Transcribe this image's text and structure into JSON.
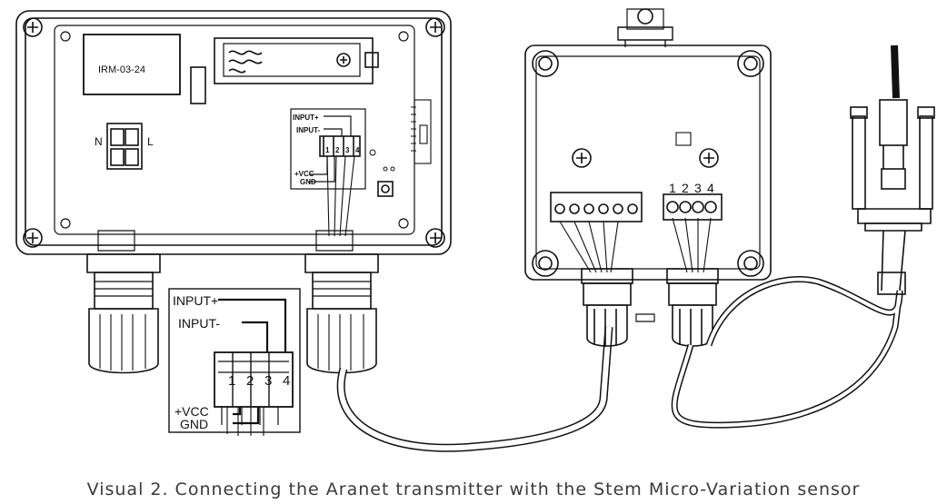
{
  "caption": "Visual 2. Connecting the Aranet transmitter with the Stem Micro-Variation sensor",
  "transmitter": {
    "module_label": "IRM-03-24",
    "power_terminal": {
      "left_label": "N",
      "right_label": "L"
    },
    "terminal_small": {
      "input_plus": "INPUT+",
      "input_minus": "INPUT-",
      "vcc": "+VCC",
      "gnd": "GND",
      "pins": [
        "1",
        "2",
        "3",
        "4"
      ]
    }
  },
  "inset_terminal": {
    "input_plus": "INPUT+",
    "input_minus": "INPUT-",
    "vcc": "+VCC",
    "gnd": "GND",
    "pins": [
      "1",
      "2",
      "3",
      "4"
    ]
  },
  "sensor_box": {
    "terminal_pins": [
      "1",
      "2",
      "3",
      "4"
    ]
  },
  "colors": {
    "line": "#111111",
    "caption": "#3a3a3a",
    "background": "#ffffff"
  }
}
